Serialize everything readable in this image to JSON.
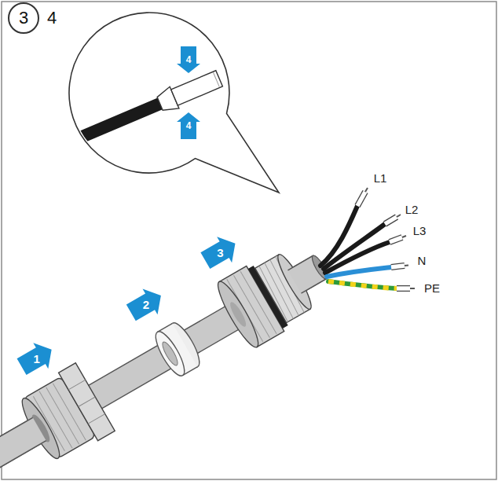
{
  "diagram": {
    "nodes": [
      {
        "text": [
          "3"
        ]
      }
    ],
    "labels": [
      "4",
      "4",
      "4",
      "1",
      "2",
      "3",
      "L1",
      "L2",
      "L3",
      "N",
      "PE"
    ]
  }
}
